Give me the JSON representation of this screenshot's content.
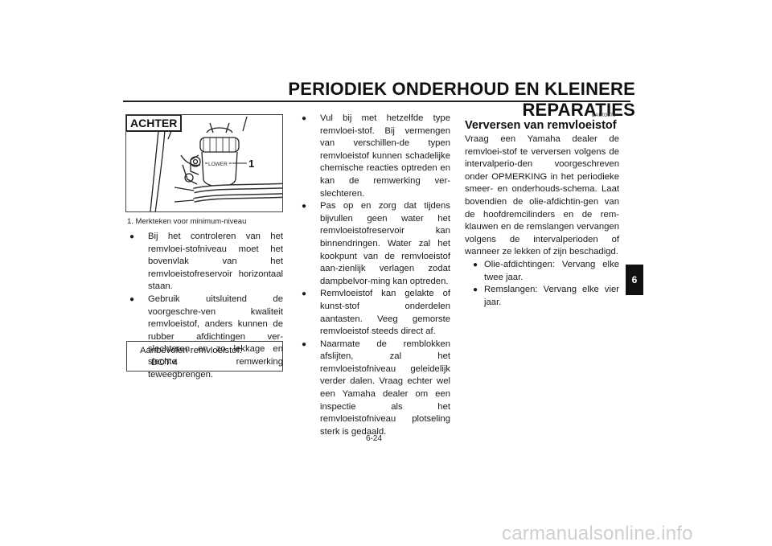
{
  "header": {
    "title": "PERIODIEK ONDERHOUD EN KLEINERE REPARATIES"
  },
  "figure": {
    "label": "ACHTER",
    "callout": "1",
    "reservoir_mark": "LOWER",
    "caption": "1.  Merkteken voor minimum-niveau"
  },
  "col1": {
    "bullets": [
      "Bij het controleren van het remvloei-stofniveau moet het bovenvlak van het remvloeistofreservoir horizontaal staan.",
      "Gebruik uitsluitend de voorgeschre-ven kwaliteit remvloeistof, anders kunnen de rubber afdichtingen ver-slechteren en zo lekkage en slechte remwerking teweegbrengen."
    ]
  },
  "recommendation": {
    "label": "Aanbevolen remvloeistof:",
    "value": "DOT 4"
  },
  "col2": {
    "bullets": [
      "Vul bij met hetzelfde type remvloei-stof. Bij vermengen van verschillen-de typen remvloeistof kunnen schadelijke chemische reacties optreden en kan de remwerking ver-slechteren.",
      "Pas op en zorg dat tijdens bijvullen geen water het remvloeistofreservoir kan binnendringen. Water zal het kookpunt van de remvloeistof aan-zienlijk verlagen zodat dampbelvor-ming kan optreden.",
      "Remvloeistof kan gelakte of kunst-stof onderdelen aantasten. Veeg gemorste remvloeistof steeds direct af.",
      "Naarmate de remblokken afslijten, zal het remvloeistofniveau geleidelijk verder dalen. Vraag echter wel een Yamaha dealer om een inspectie als het remvloeistofniveau plotseling sterk is gedaald."
    ]
  },
  "col3": {
    "code": "DAU03976",
    "heading": "Verversen van remvloeistof",
    "paragraph": "Vraag een Yamaha dealer de remvloei-stof te verversen volgens de intervalperio-den voorgeschreven onder OPMERKING in het periodieke smeer- en onderhouds-schema. Laat bovendien de olie-afdichtin-gen van de hoofdremcilinders en de rem-klauwen en de remslangen vervangen volgens de intervalperioden of wanneer ze lekken of zijn beschadigd.",
    "bullets": [
      "Olie-afdichtingen: Vervang elke twee jaar.",
      "Remslangen: Vervang elke vier jaar."
    ]
  },
  "chapter_tab": "6",
  "page_number": "6-24",
  "watermark": "carmanualsonline.info"
}
